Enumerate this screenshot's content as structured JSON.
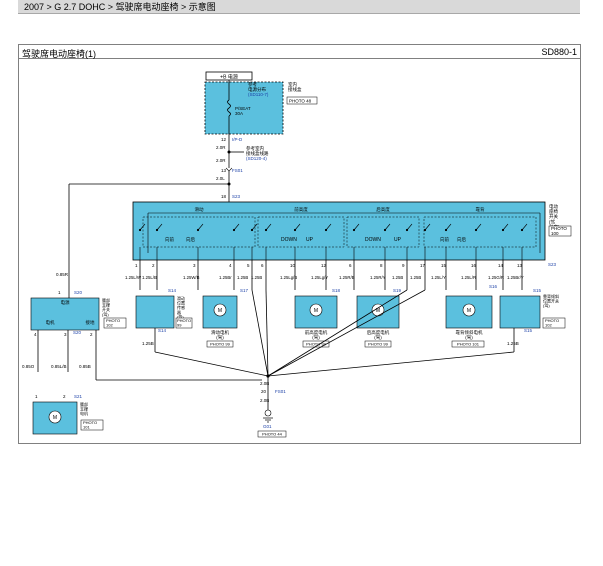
{
  "breadcrumb": "2007 > G 2.7 DOHC > 驾驶席电动座椅 > 示意图",
  "page_title": "驾驶席电动座椅(1)",
  "diagram_code": "SD880-1",
  "top": {
    "supply": "+B 电源",
    "box_l1": "室内",
    "box_l2": "接线盒",
    "photo": "PHOTO 48",
    "ref_l1": "参考",
    "ref_l2": "电源分布",
    "ref_l3": "(SD110-7)",
    "fuse_l1": "P/SEAT",
    "fuse_l2": "30A",
    "pin_a": "12",
    "conn_a": "I/P-D",
    "w1": "2.0R",
    "refb_l1": "参考室内",
    "refb_l2": "接线盒线路",
    "refb_l3": "(SD120-4)",
    "w2": "2.0R",
    "pin_b": "13",
    "conn_b": "FS01",
    "w3": "2.0L",
    "pin_c": "18",
    "conn_c": "S23"
  },
  "main_switch": {
    "label": "电动\n座椅\n开关\n(驾\n驶席)",
    "photo": "PHOTO\n100",
    "group_slide": "滑动",
    "group_front": "前高度",
    "group_rear": "后高度",
    "group_recline": "靠背",
    "fwd": "向前",
    "back": "向后",
    "down": "DOWN",
    "up": "UP"
  },
  "pins": [
    {
      "pin": "1",
      "wire": "1.25L/W"
    },
    {
      "pin": "2",
      "wire": "1.25L/B"
    },
    {
      "pin": "3",
      "wire": "1.25W/B"
    },
    {
      "pin": "4",
      "wire": "1.25Br"
    },
    {
      "pin": "5",
      "wire": "1.25B"
    },
    {
      "pin": "6",
      "wire": "1.25B"
    },
    {
      "pin": "10",
      "wire": "1.25Lg/B"
    },
    {
      "pin": "12",
      "wire": "1.25Lg/Y"
    },
    {
      "pin": "6",
      "wire": "1.25R/B"
    },
    {
      "pin": "8",
      "wire": "1.25R/Y"
    },
    {
      "pin": "9",
      "wire": "1.25B"
    },
    {
      "pin": "17",
      "wire": "1.25B"
    },
    {
      "pin": "15",
      "wire": "1.25L/Y"
    },
    {
      "pin": "16",
      "wire": "1.25L/R"
    },
    {
      "pin": "14",
      "wire": "1.25G/R"
    },
    {
      "pin": "13",
      "wire": "1.25Br/Y"
    }
  ],
  "components": {
    "slide_pos": "滑动\n位置\n传感\n器\n(驾)",
    "photo99": "PHOTO\n99",
    "slide_motor": "滑动电机\n(驾)",
    "front_motor": "前高度电机\n(驾)",
    "rear_motor": "后高度电机\n(驾)",
    "recline_motor": "靠背倾斜电机\n(驾)",
    "recline_pos": "靠背倾斜\n位置开关\n(驾)",
    "photo_99": "PHOTO 99",
    "photo_101": "PHOTO 101",
    "photo_102": "PHOTO\n102",
    "c_s14": "S14",
    "c_s17": "S17",
    "c_s18": "S18",
    "c_s19": "S19",
    "c_s16": "S16",
    "c_s15": "S15"
  },
  "lumbar": {
    "title": "电源",
    "motor": "电机",
    "label": "腰部\n支撑\n开关\n(驾)",
    "photo": "PHOTO\n102",
    "conn": "S20",
    "sensor": "接地",
    "w_top": "0.85R",
    "w_a": "0.85O",
    "w_b": "0.85L/B",
    "w_c": "0.85B",
    "motor_label": "腰部\n支撑\n电机",
    "motor_conn": "S21",
    "motor_photo": "PHOTO\n101"
  },
  "ground": {
    "w1": "1.25B",
    "w2": "2.0B",
    "w3": "2.0B",
    "w4": "1.25B",
    "pin_a": "20",
    "conn_a": "FS01",
    "w5": "2.0B",
    "g": "G01",
    "photo": "PHOTO 44"
  }
}
